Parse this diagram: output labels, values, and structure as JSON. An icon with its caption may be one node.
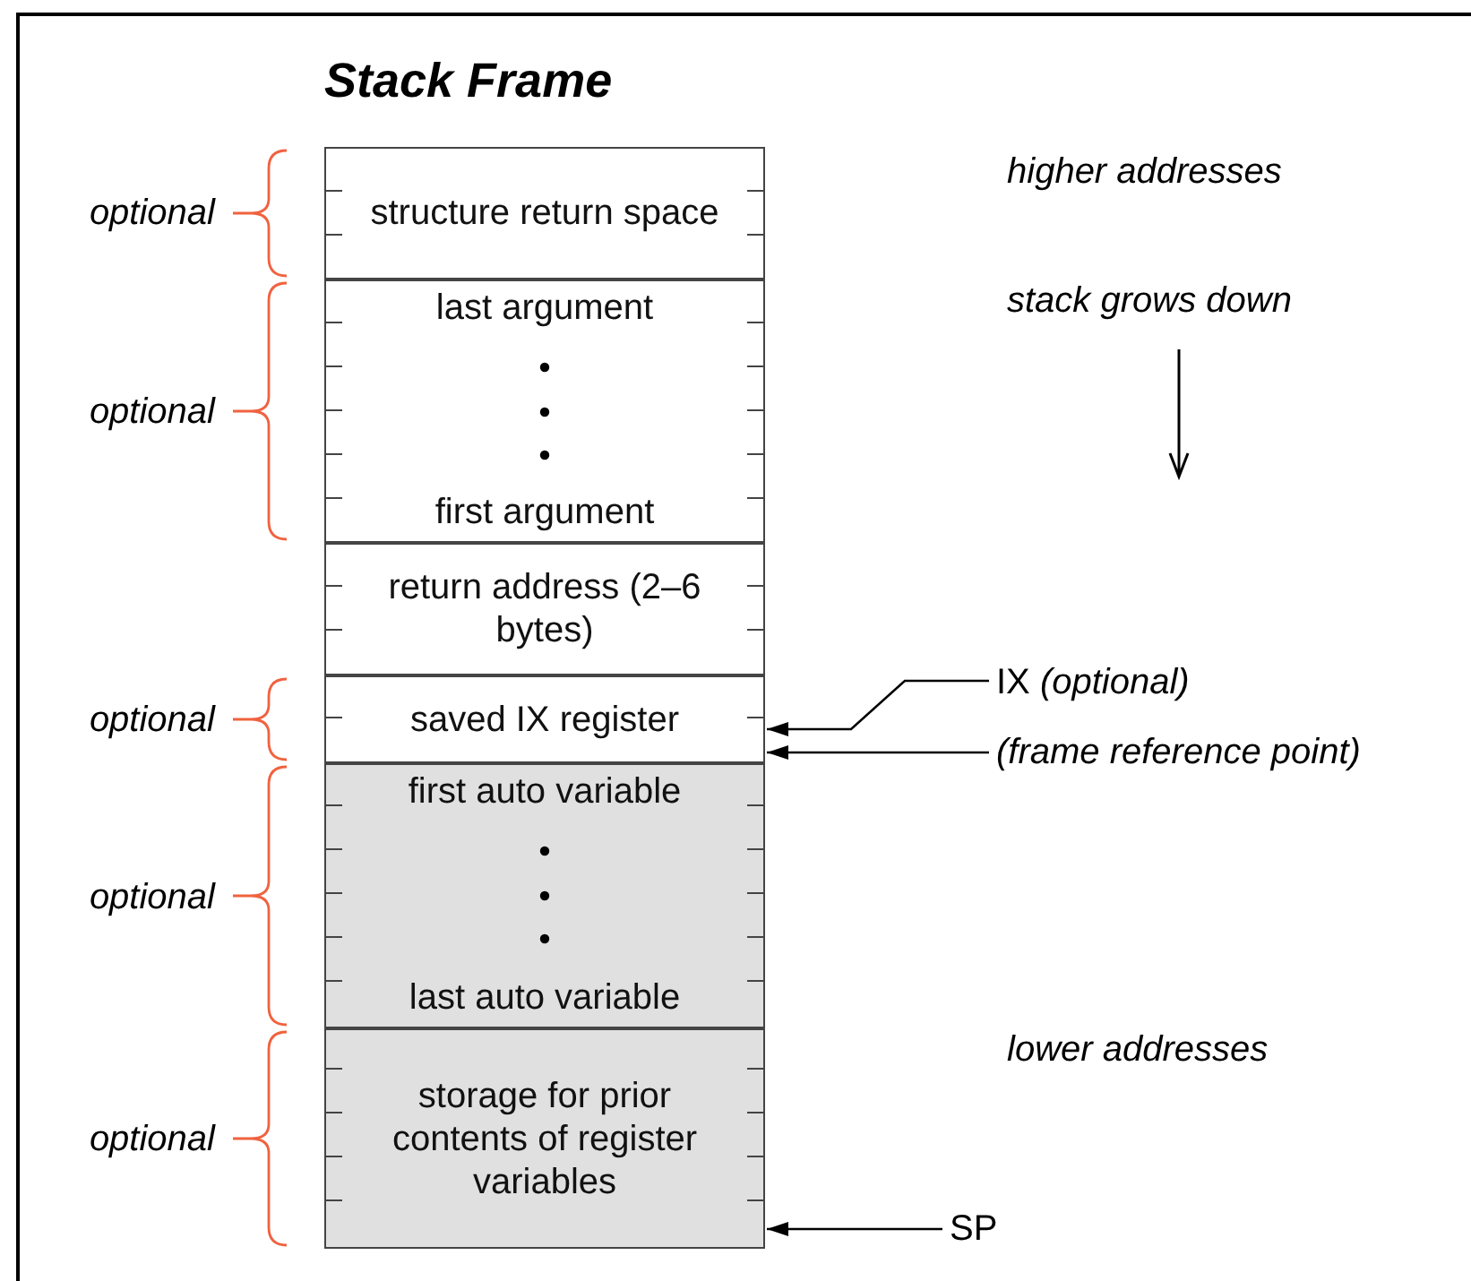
{
  "diagram": {
    "title": "Stack Frame",
    "nodes": [
      {
        "text": [
          "structure return space"
        ]
      },
      {
        "text": [
          "last argument",
          "first argument"
        ]
      },
      {
        "text": [
          "return address (2–6 bytes)"
        ]
      },
      {
        "text": [
          "saved IX register"
        ]
      },
      {
        "text": [
          "first auto variable",
          "last auto variable"
        ]
      },
      {
        "text": [
          "storage for prior contents of register variables"
        ]
      },
      {
        "text": [
          "IX *(optional)*"
        ]
      },
      {
        "text": [
          "(frame reference point)"
        ]
      },
      {
        "text": [
          "SP"
        ]
      }
    ],
    "edges": [
      {
        "from": 6,
        "to": 3,
        "arrow": "to"
      },
      {
        "from": 7,
        "to": 3,
        "arrow": "to"
      },
      {
        "from": 8,
        "to": 5,
        "arrow": "to"
      }
    ],
    "labels": [
      "higher addresses",
      "stack grows down",
      "lower addresses",
      "optional",
      "optional",
      "optional",
      "optional",
      "optional"
    ]
  }
}
